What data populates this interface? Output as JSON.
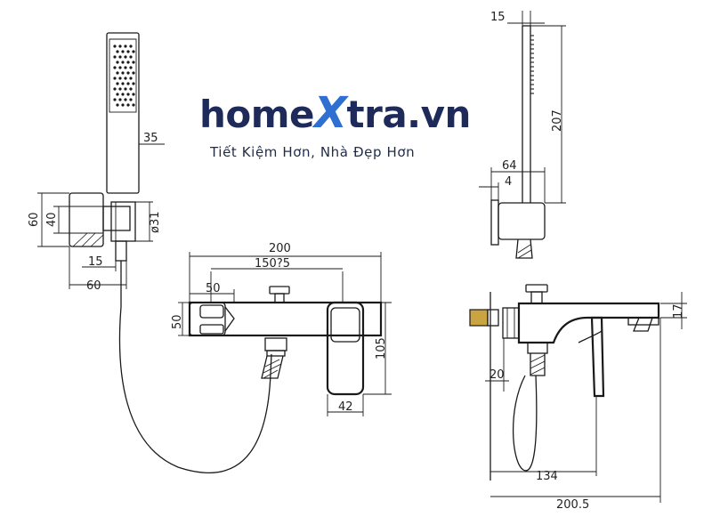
{
  "logo": {
    "part1": "home",
    "part2": "X",
    "part3": "tra.vn",
    "slogan": "Tiết Kiệm Hơn, Nhà Đẹp Hơn",
    "colors": {
      "dark": "#1d2a5a",
      "accent": "#2f6fd1"
    }
  },
  "dimensions": {
    "handshower_width": "35",
    "holder_height_outer": "60",
    "holder_height_inner": "40",
    "holder_diameter": "ø31",
    "holder_offset": "15",
    "holder_depth": "60",
    "body_length": "200",
    "inlet_centers": "150?5",
    "inlet_offset": "50",
    "body_height": "50",
    "handle_height": "105",
    "handle_width": "42",
    "side_top_width": "15",
    "side_shower_length": "207",
    "side_mount_depth": "64",
    "side_mount_gap": "4",
    "spout_height": "17",
    "wall_gap": "20",
    "spout_projection": "134",
    "total_projection": "200.5"
  }
}
